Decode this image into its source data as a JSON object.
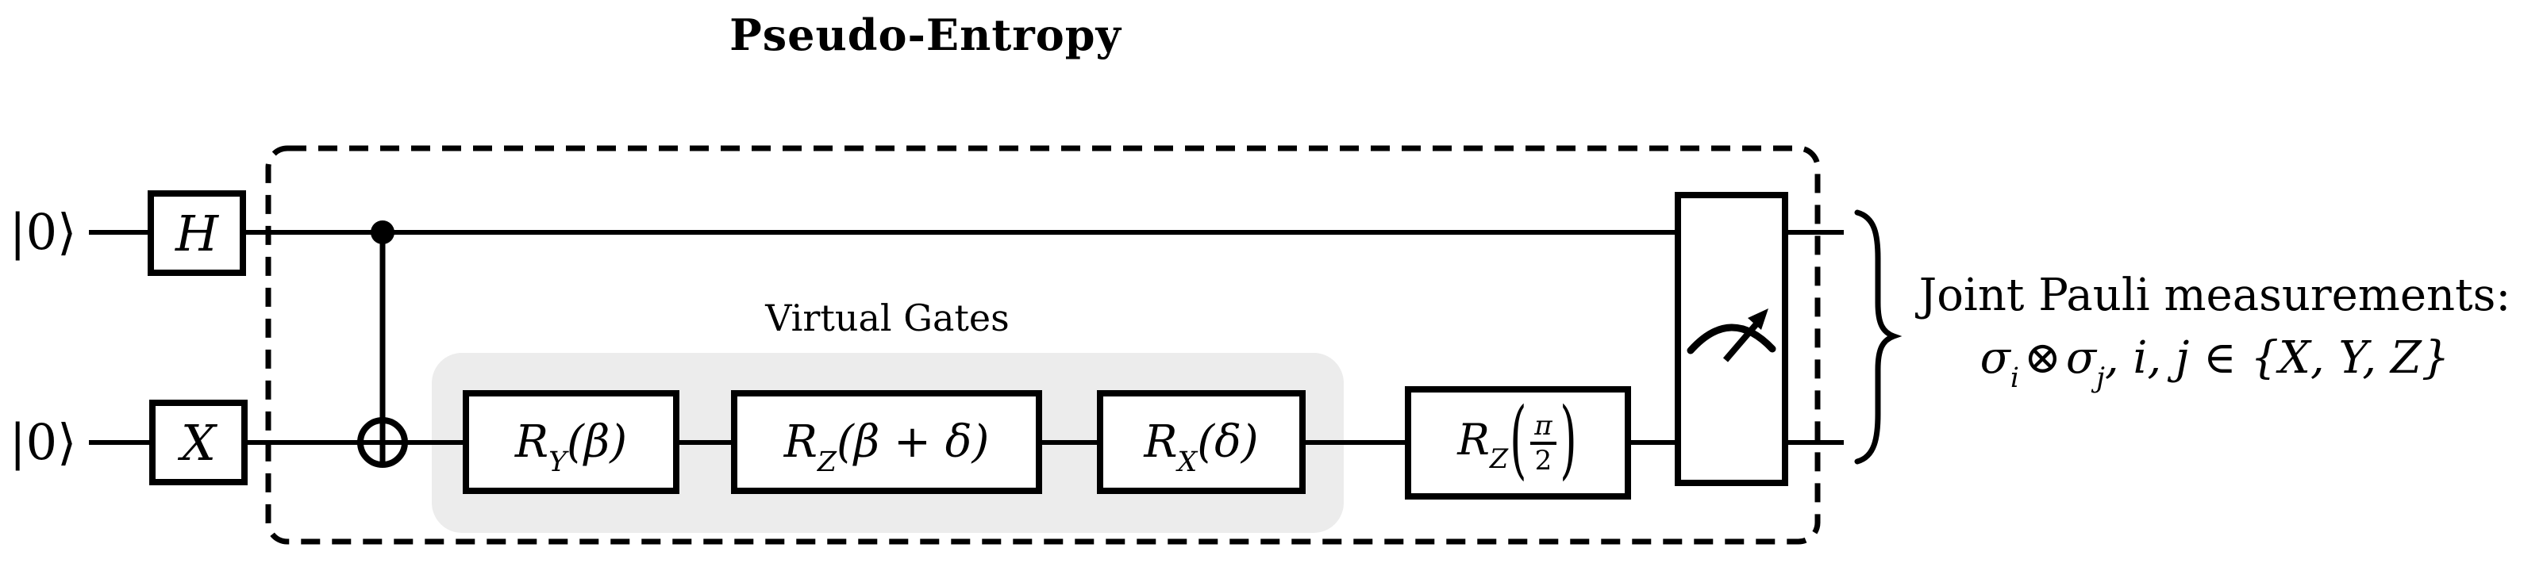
{
  "title": "Pseudo-Entropy",
  "colors": {
    "ink": "#000000",
    "background": "#ffffff",
    "virtual_group_bg": "#ececec"
  },
  "qubits": [
    {
      "ket": "|0⟩",
      "gate": "H"
    },
    {
      "ket": "|0⟩",
      "gate": "X"
    }
  ],
  "cnot": {
    "control_icon": "control-dot-icon",
    "target_icon": "cnot-target-icon"
  },
  "virtual_gates": {
    "label": "Virtual Gates",
    "gates": [
      {
        "base": "R",
        "sub": "Y",
        "arg": "(β)"
      },
      {
        "base": "R",
        "sub": "Z",
        "arg": "(β + δ)"
      },
      {
        "base": "R",
        "sub": "X",
        "arg": "(δ)"
      }
    ]
  },
  "final_gate": {
    "base": "R",
    "sub": "Z",
    "paren_open": "(",
    "num": "π",
    "den": "2",
    "paren_close": ")"
  },
  "measurement": {
    "icon": "meter-icon"
  },
  "annotation": {
    "brace_icon": "right-curly-brace-icon",
    "line1": "Joint Pauli measurements:",
    "line2": {
      "sigma_a": "σ",
      "sub_a": "i",
      "otimes": "⊗",
      "sigma_b": "σ",
      "sub_b": "j",
      "tail": ", i, j ∈ {X, Y, Z}"
    }
  }
}
